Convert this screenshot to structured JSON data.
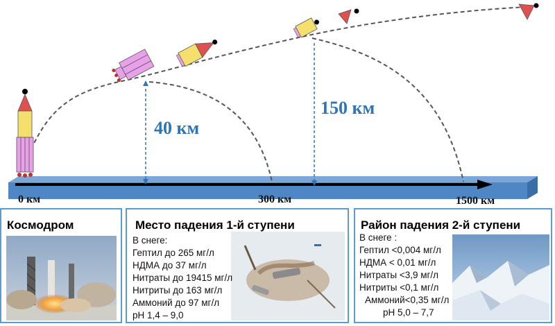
{
  "axis": {
    "ticks": [
      "0 км",
      "300 км",
      "1500 км"
    ]
  },
  "altitudes": {
    "stage1": "40 км",
    "stage2": "150 км"
  },
  "panels": {
    "cosmodrome": {
      "title": "Космодром"
    },
    "stage1": {
      "title": "Место падения 1-й ступени",
      "lines": [
        "В снеге:",
        "Гептил до 265 мг/л",
        "НДМА до 37 мг/л",
        "Нитраты до 19415 мг/л",
        "Нитриты до 163 мг/л",
        "Аммоний до 97 мг/л",
        "pH 1,4 – 9,0"
      ]
    },
    "stage2": {
      "title": "Район падения 2-й ступени",
      "lines": [
        "В снеге :",
        "Гептил <0,004 мг/л",
        "НДМА < 0,01 мг/л",
        "Нитраты <3,9 мг/л",
        "Нитриты <0,1 мг/л",
        "Аммоний<0,35 мг/л",
        "pH 5,0 – 7,7"
      ]
    }
  },
  "colors": {
    "axis_bar": "#4f86c6",
    "rocket_body": "#e8a0e8",
    "fairing": "#e05050",
    "stage_yellow": "#f5e06e",
    "altitude_text": "#2e75b6",
    "panel_border": "#5b9bd5"
  }
}
